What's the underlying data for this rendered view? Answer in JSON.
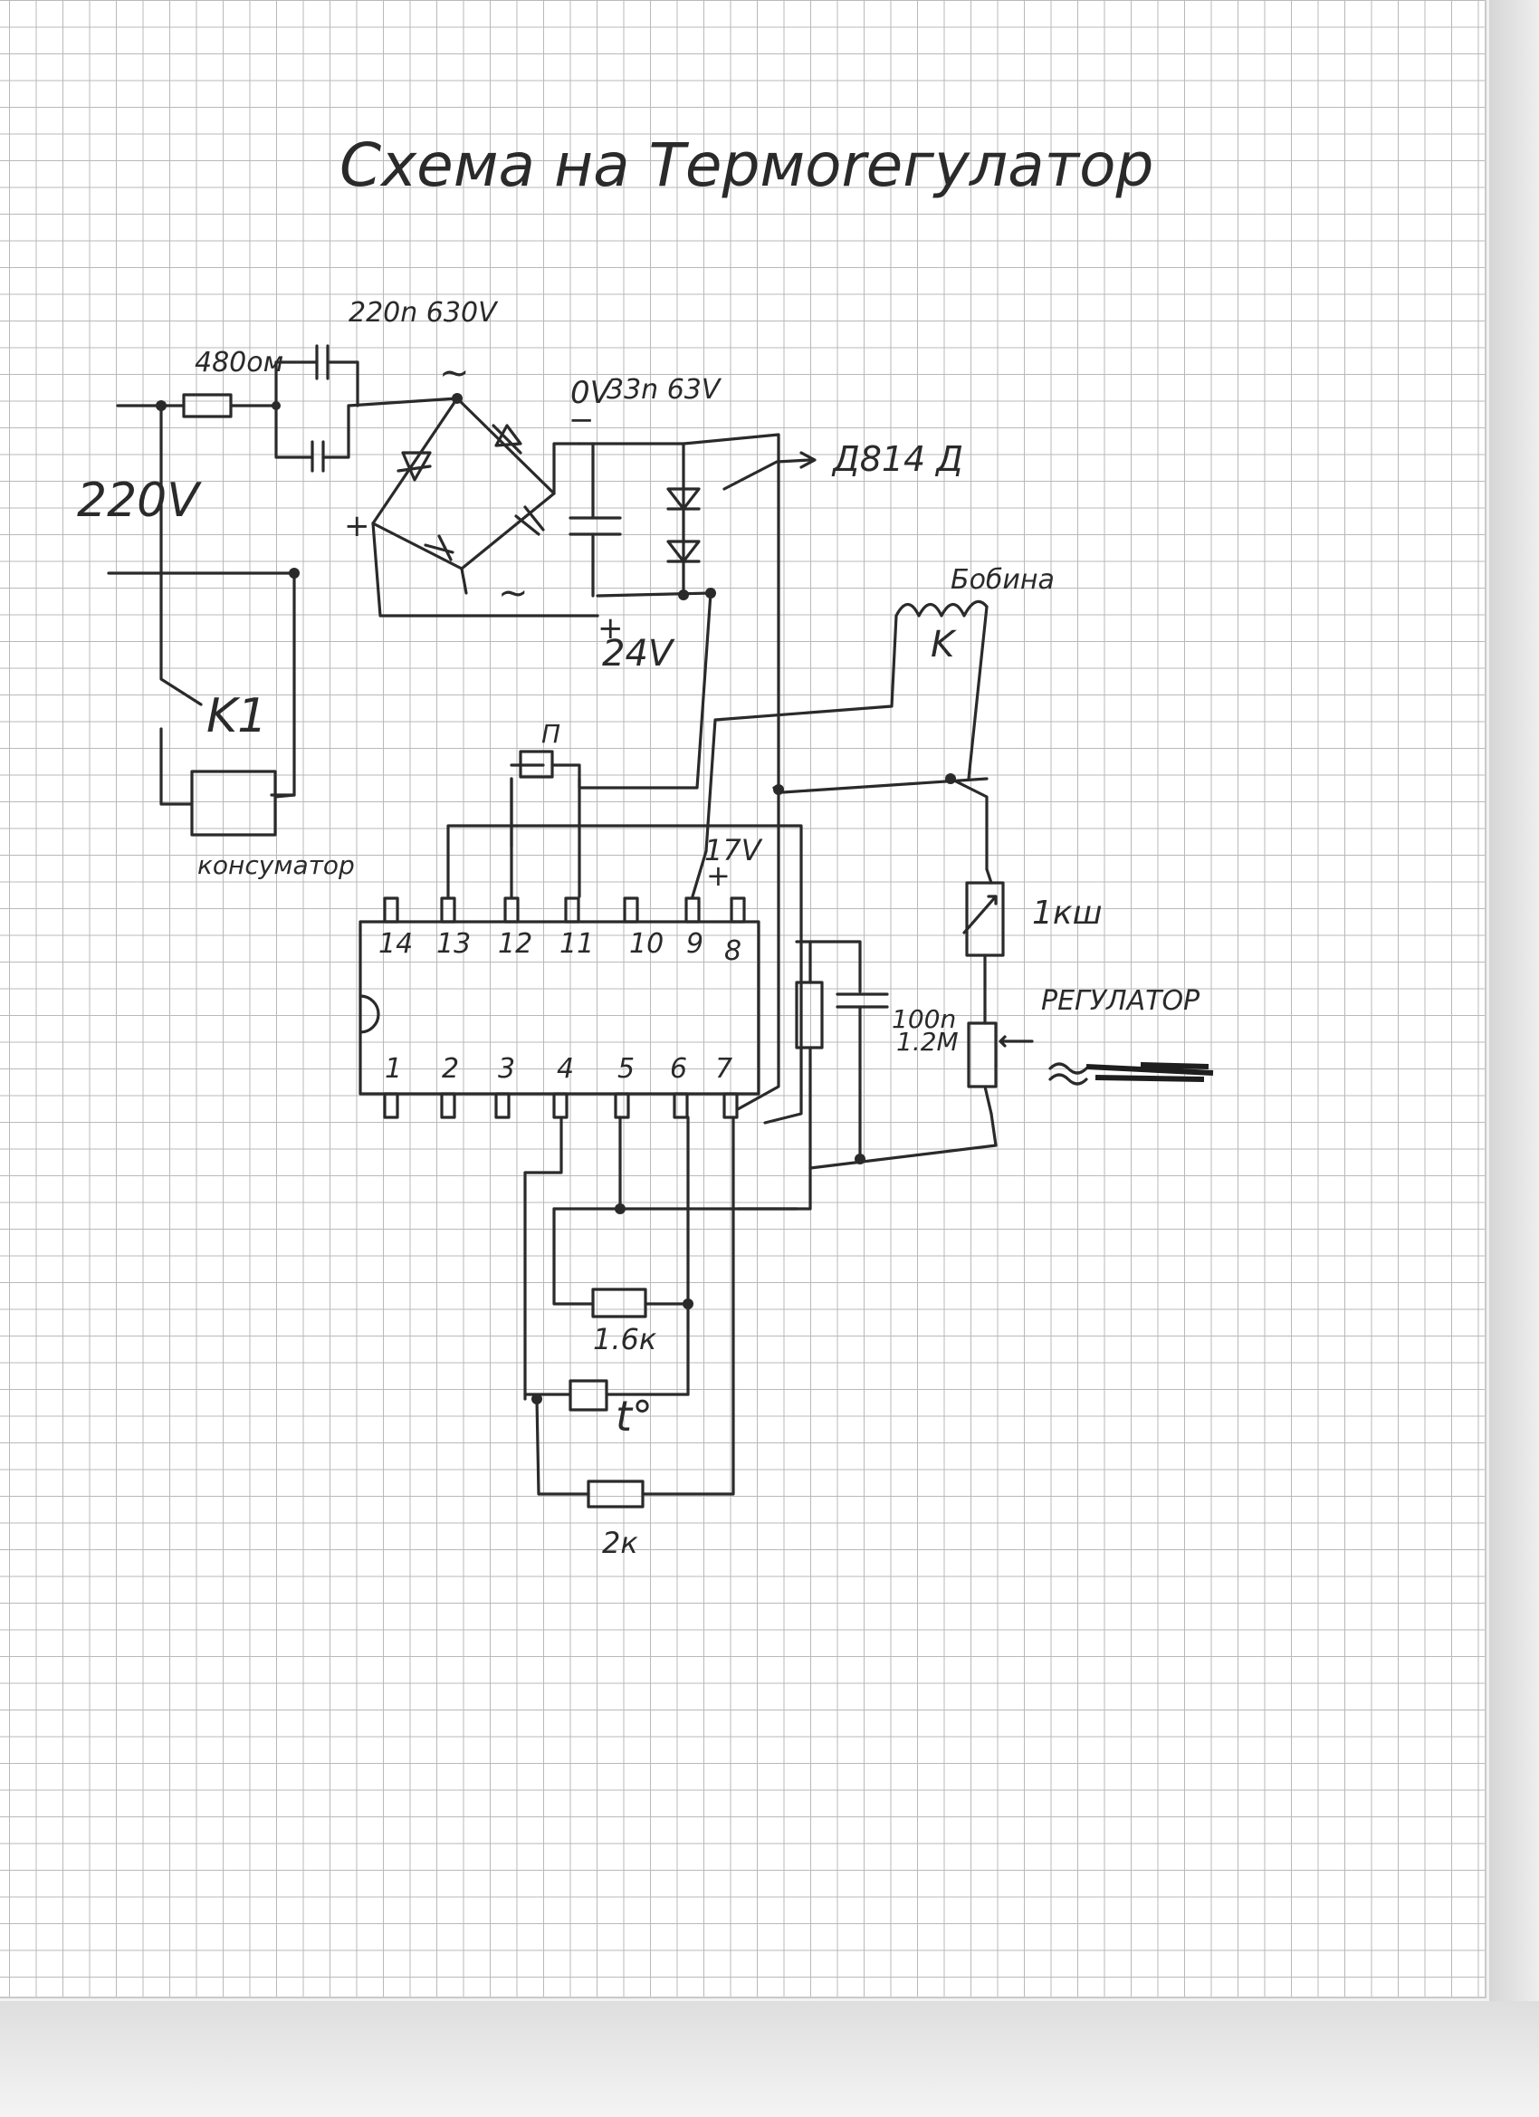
{
  "title": "Схема на Термоrегулатор",
  "labels": {
    "r_input": "480ом",
    "cap_input": "220n 630V",
    "bridge_cap": "33n 63V",
    "bridge_out_zero": "0V",
    "mains": "220V",
    "zener_ref": "Д814 Д",
    "supply_24": "24V",
    "coil": "Бобина",
    "coil_k": "K",
    "relay_k1": "K1",
    "load": "консуматор",
    "trimmer": "П",
    "vcc17": "17V",
    "pot1k": "1кш",
    "regulator": "РЕГУЛАТОР",
    "cap100": "100n",
    "r12": "1.2М",
    "r16": "1.6к",
    "thermistor": "t°",
    "r2k": "2к",
    "bridge_ac_top": "~",
    "bridge_ac_bottom": "~",
    "bridge_plus": "+",
    "bridge_minus": "−",
    "plus_24": "+",
    "plus_17": "+"
  },
  "ic": {
    "top_pins": [
      "14",
      "13",
      "12",
      "11",
      "10",
      "9",
      "8"
    ],
    "bottom_pins": [
      "1",
      "2",
      "3",
      "4",
      "5",
      "6",
      "7"
    ]
  }
}
